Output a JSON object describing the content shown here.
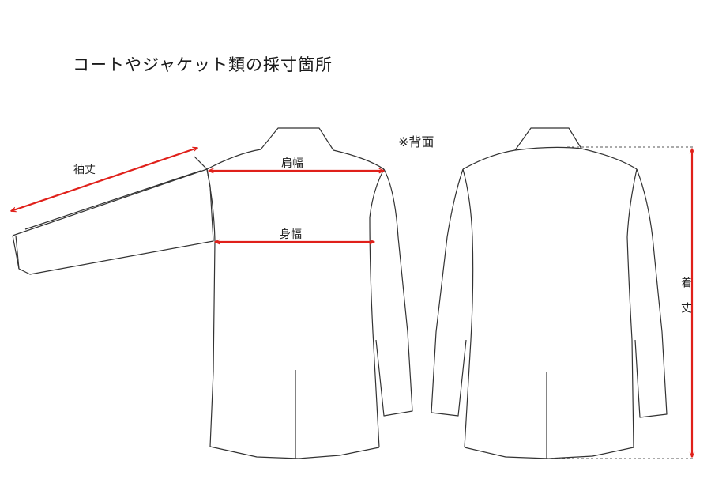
{
  "title": "コートやジャケット類の採寸箇所",
  "note": "※背面",
  "measurements": {
    "sleeve_length": "袖丈",
    "shoulder_width": "肩幅",
    "body_width": "身幅",
    "total_length": "着丈"
  },
  "colors": {
    "outline": "#333333",
    "arrow": "#e0201a",
    "dashed": "#555555"
  }
}
